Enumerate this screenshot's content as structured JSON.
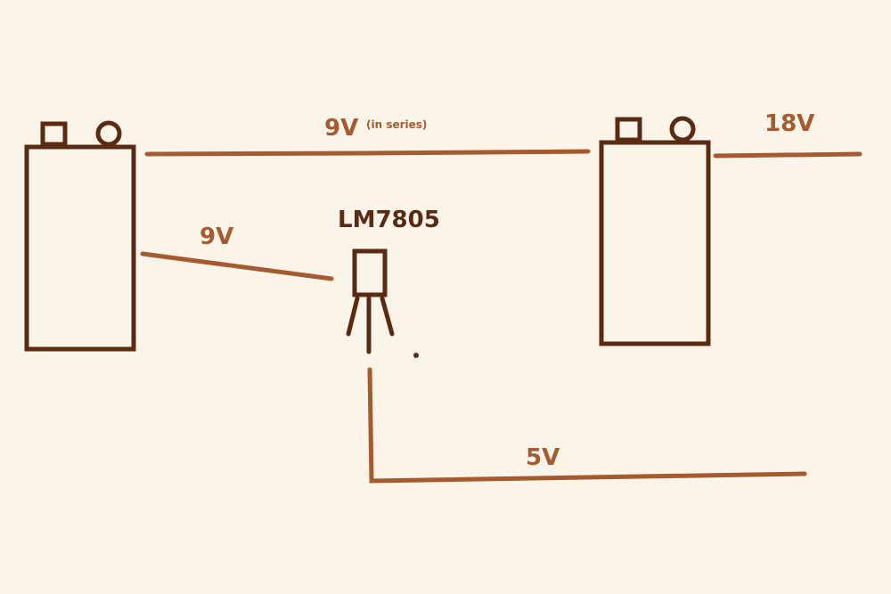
{
  "colors": {
    "background": "#fbf5e9",
    "component": "#5a2a12",
    "wire": "#a65a30"
  },
  "labels": {
    "series_voltage": "9V",
    "series_note": "(in series)",
    "total_voltage": "18V",
    "input_voltage": "9V",
    "regulator": "LM7805",
    "output_voltage": "5V"
  },
  "components": [
    {
      "type": "battery",
      "name": "battery-1"
    },
    {
      "type": "battery",
      "name": "battery-2"
    },
    {
      "type": "voltage-regulator",
      "name": "LM7805"
    }
  ]
}
